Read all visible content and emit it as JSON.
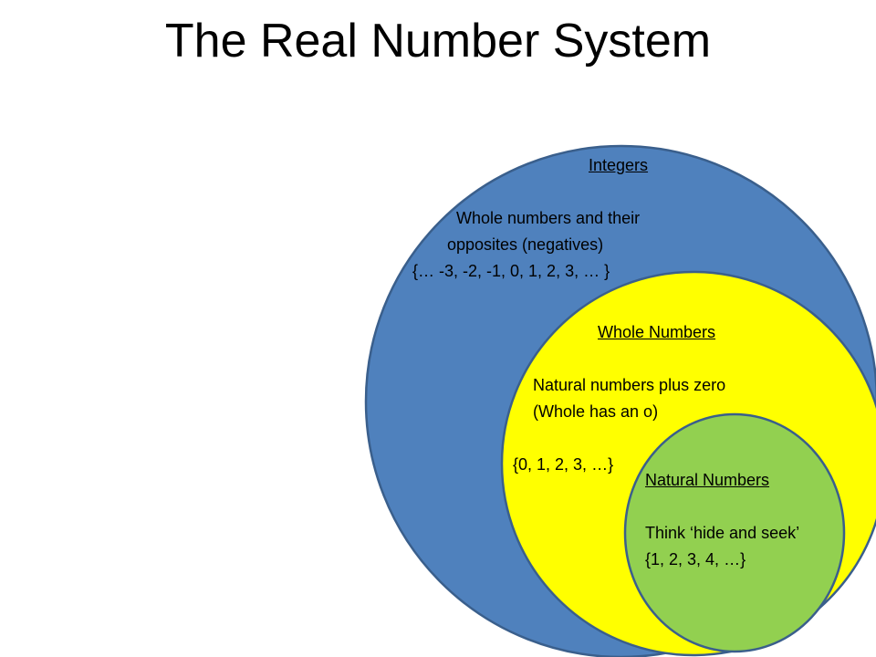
{
  "slide": {
    "title": "The Real Number System"
  },
  "diagram": {
    "colors": {
      "integers_fill": "#4f81bd",
      "whole_fill": "#ffff00",
      "natural_fill": "#92d050",
      "outline": "#3a5f8c"
    },
    "integers": {
      "heading": "Integers",
      "line1": "Whole numbers and their",
      "line2": "opposites (negatives)",
      "set": "{… -3, -2, -1, 0, 1, 2, 3, … }"
    },
    "whole": {
      "heading": "Whole Numbers",
      "line1": "Natural numbers plus zero",
      "line2": "(Whole has an o)",
      "set": "{0, 1, 2, 3, …}"
    },
    "natural": {
      "heading": "Natural Numbers",
      "line1": "Think ‘hide and seek’",
      "set": "{1, 2, 3, 4, …}"
    }
  }
}
